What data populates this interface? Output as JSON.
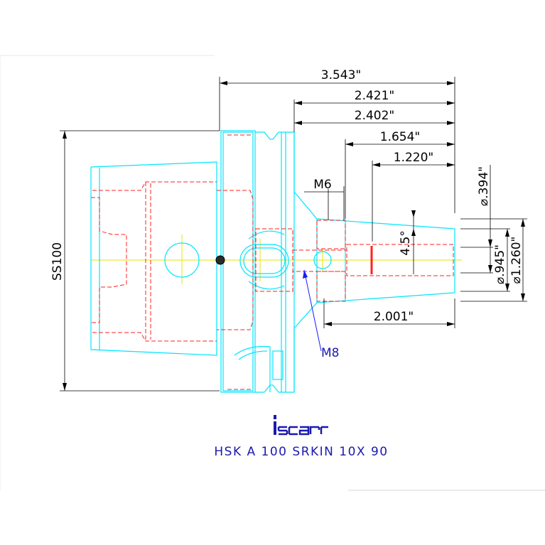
{
  "colors": {
    "body_outline": "#00e5ff",
    "hidden_lines": "#ff2020",
    "centerline": "#e6e600",
    "dimension": "#000000",
    "brand_blue": "#1a1ab0",
    "callout_arrow": "#1a1aff"
  },
  "dimensions": {
    "overall_length": "3.543\"",
    "len_2421": "2.421\"",
    "len_2402": "2.402\"",
    "len_1654": "1.654\"",
    "len_1220": "1.220\"",
    "len_2001": "2.001\"",
    "dia_394": "⌀.394\"",
    "dia_945": "⌀.945\"",
    "dia_1260": "⌀1.260\"",
    "angle": "4.5°",
    "flange_size": "SS100",
    "thread_top": "M6",
    "thread_callout": "M8"
  },
  "logo": {
    "brand": "iscar",
    "icon": "iscar-logo"
  },
  "caption": "HSK A 100 SRKIN 10X 90"
}
